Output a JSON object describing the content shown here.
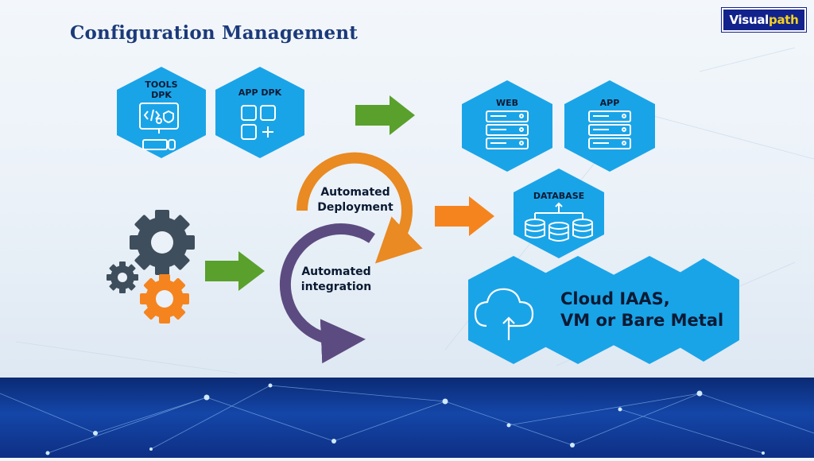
{
  "title": "Configuration Management",
  "logo": {
    "text_a": "Visual",
    "text_b": "path"
  },
  "hexagons": {
    "tools": {
      "label_line1": "TOOLS",
      "label_line2": "DPK"
    },
    "app_dpk": {
      "label": "APP DPK"
    },
    "web": {
      "label": "WEB"
    },
    "app": {
      "label": "APP"
    },
    "database": {
      "label": "DATABASE"
    },
    "cloud": {
      "label_line1": "Cloud IAAS,",
      "label_line2": "VM or Bare Metal"
    }
  },
  "cycle": {
    "deployment_line1": "Automated",
    "deployment_line2": "Deployment",
    "integration_line1": "Automated",
    "integration_line2": "integration"
  },
  "colors": {
    "hex_blue": "#1aa4e8",
    "arrow_green": "#5aa02c",
    "arrow_orange": "#f5841f",
    "cycle_orange": "#e98a22",
    "cycle_purple": "#5c4b80",
    "gear_dark": "#3f4e5c",
    "gear_orange": "#f5841f",
    "title_blue": "#1b3a7a"
  },
  "icons": [
    "code-monitor-icon",
    "app-grid-icon",
    "server-rack-icon",
    "database-stack-icon",
    "cloud-upload-icon",
    "gear-icon"
  ]
}
